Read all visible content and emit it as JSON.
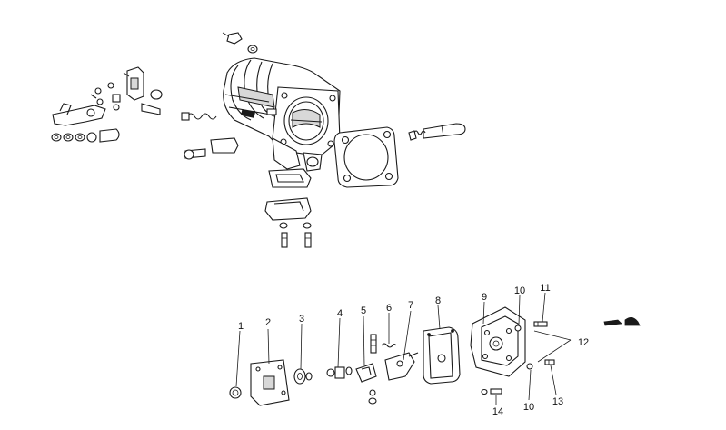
{
  "diagram": {
    "callouts": [
      {
        "id": "c1",
        "label": "1"
      },
      {
        "id": "c2",
        "label": "2"
      },
      {
        "id": "c3",
        "label": "3"
      },
      {
        "id": "c4",
        "label": "4"
      },
      {
        "id": "c5",
        "label": "5"
      },
      {
        "id": "c6",
        "label": "6"
      },
      {
        "id": "c7",
        "label": "7"
      },
      {
        "id": "c8",
        "label": "8"
      },
      {
        "id": "c9",
        "label": "9"
      },
      {
        "id": "c10a",
        "label": "10"
      },
      {
        "id": "c10b",
        "label": "10"
      },
      {
        "id": "c11",
        "label": "11"
      },
      {
        "id": "c12",
        "label": "12"
      },
      {
        "id": "c13",
        "label": "13"
      },
      {
        "id": "c14",
        "label": "14"
      }
    ]
  }
}
